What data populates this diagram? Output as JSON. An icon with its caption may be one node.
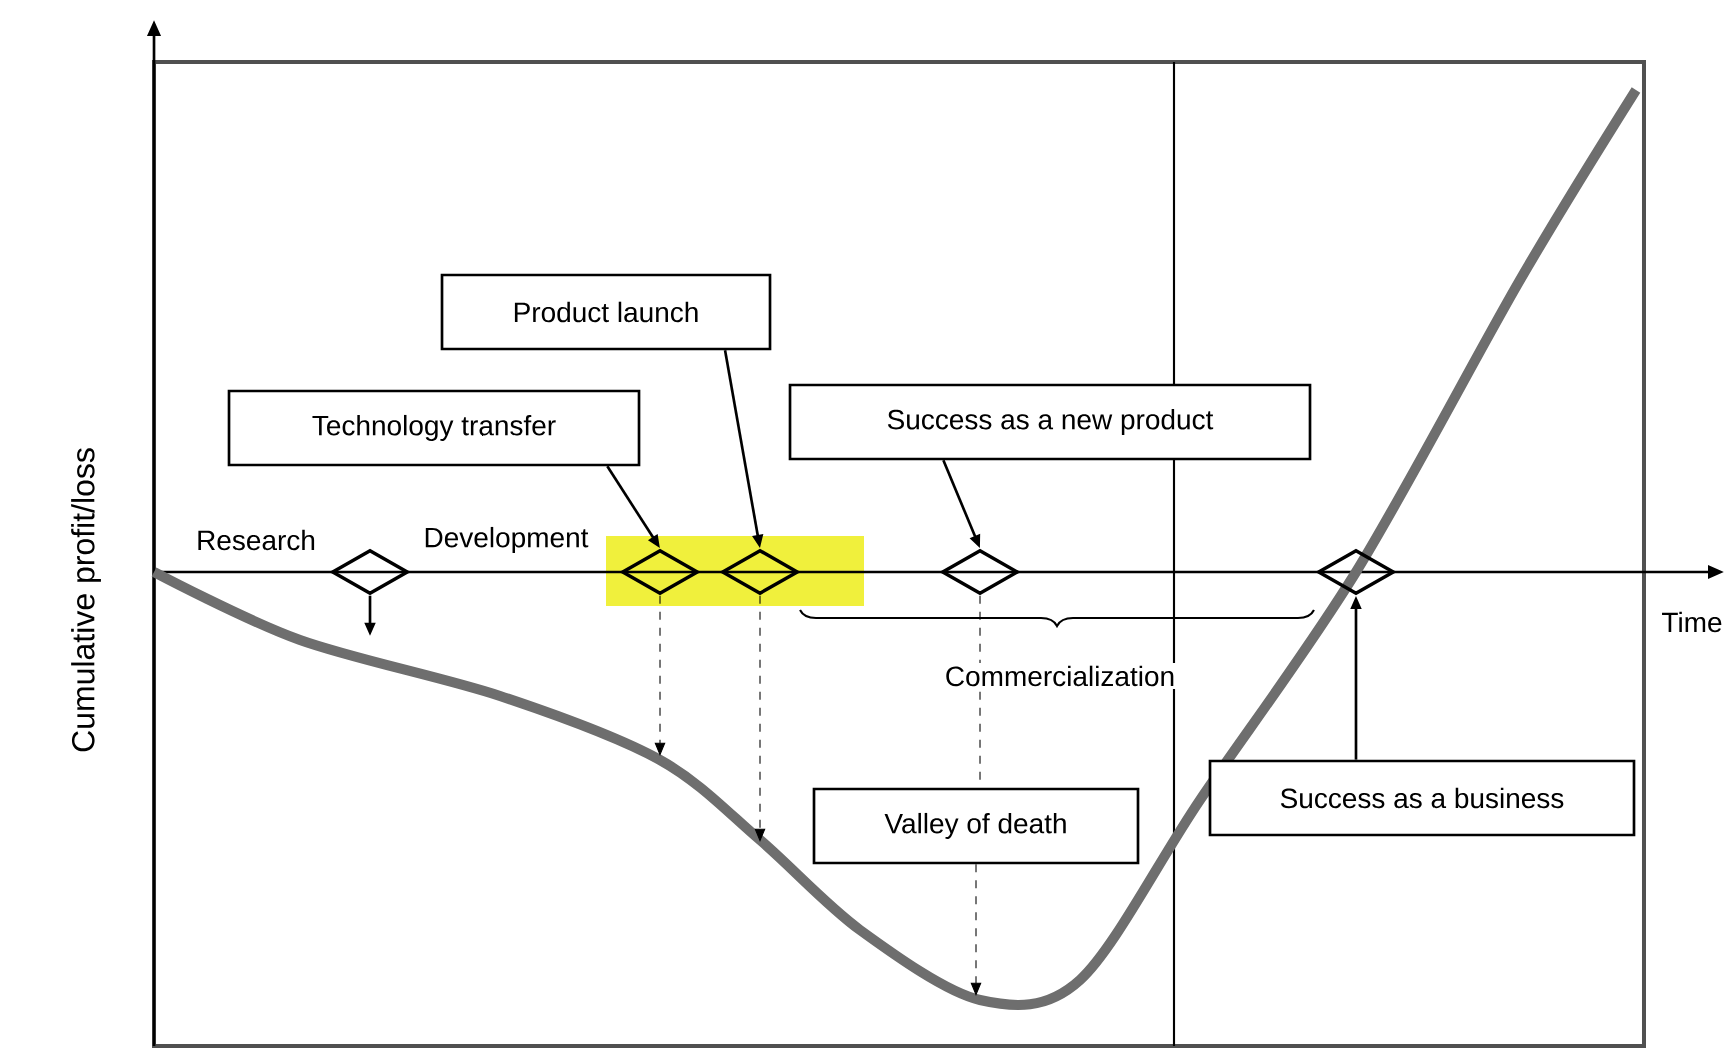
{
  "diagram": {
    "nodes": [
      {
        "text": [
          "Technology transfer"
        ]
      },
      {
        "text": [
          "Product launch"
        ]
      },
      {
        "text": [
          "Success as a new product"
        ]
      },
      {
        "text": [
          "Valley of death"
        ]
      },
      {
        "text": [
          "Success as a business"
        ]
      },
      {
        "text": [],
        "shape": "diamond"
      },
      {
        "text": [],
        "shape": "diamond"
      },
      {
        "text": [],
        "shape": "diamond"
      },
      {
        "text": [],
        "shape": "diamond"
      },
      {
        "text": [],
        "shape": "diamond"
      }
    ],
    "edges": [
      {
        "from": 0,
        "to": 6,
        "arrow": "to"
      },
      {
        "from": 1,
        "to": 7,
        "arrow": "to"
      },
      {
        "from": 2,
        "to": 8,
        "arrow": "to"
      },
      {
        "from": 4,
        "to": 9,
        "arrow": "to"
      },
      {
        "from": 5,
        "to": null,
        "arrow": "to"
      },
      {
        "from": 6,
        "to": null,
        "arrow": "to",
        "style": "dashed"
      },
      {
        "from": 7,
        "to": null,
        "arrow": "to",
        "style": "dashed"
      },
      {
        "from": 8,
        "to": 3,
        "arrow": "none",
        "style": "dashed"
      },
      {
        "from": 3,
        "to": null,
        "arrow": "to",
        "style": "dashed"
      }
    ],
    "labels": [
      "Cumulative profit/loss",
      "Research",
      "Development",
      "Commercialization",
      "Time"
    ]
  }
}
